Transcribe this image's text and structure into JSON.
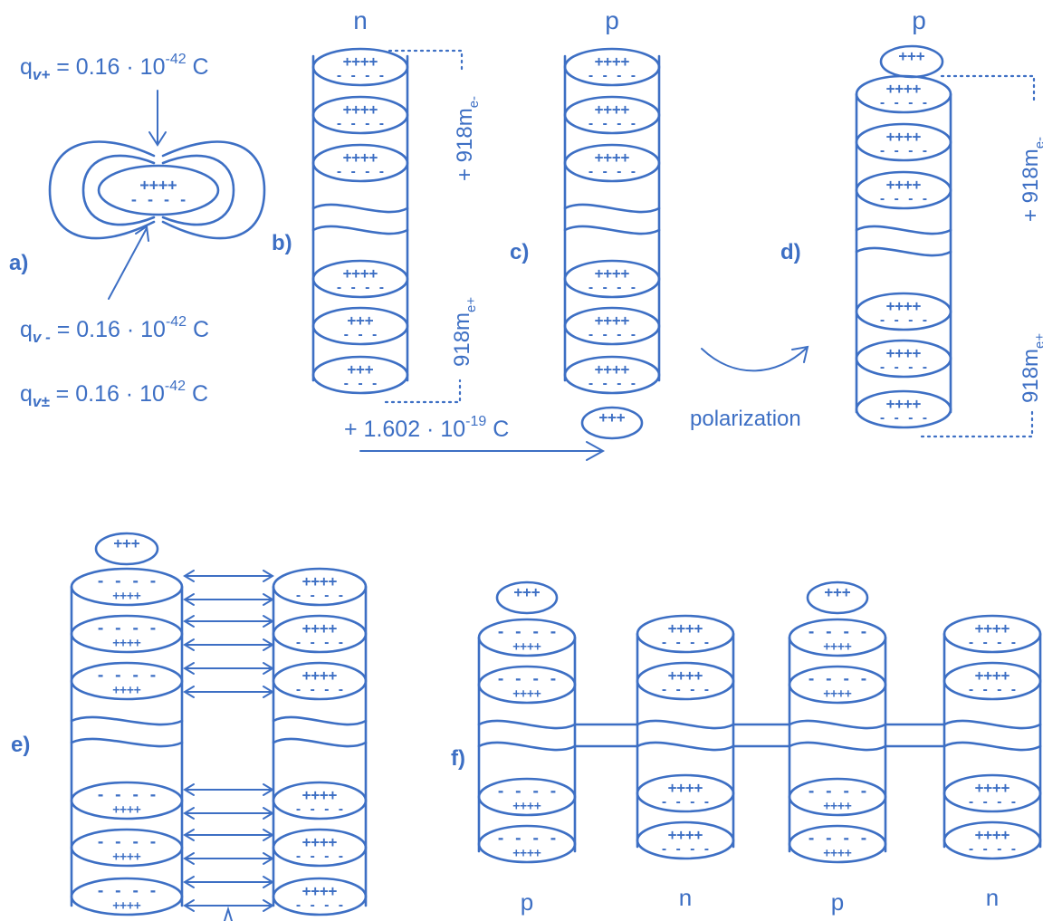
{
  "colors": {
    "ink": "#3d6fc4",
    "background": "#ffffff"
  },
  "panels": {
    "a": {
      "label": "a)",
      "q_plus": {
        "prefix": "q",
        "sub": "v+",
        "value": " = 0.16 · 10",
        "exp": "-42",
        "unit": " C"
      },
      "q_minus": {
        "prefix": "q",
        "sub": "v -",
        "value": " = 0.16 · 10",
        "exp": "-42",
        "unit": " C"
      },
      "q_pm": {
        "prefix": "q",
        "sub": "v±",
        "value": " = 0.16 · 10",
        "exp": "-42",
        "unit": " C"
      },
      "disk_top": "++++",
      "disk_bottom": "- - - -"
    },
    "b": {
      "label": "b)",
      "title": "n",
      "mass_top": "+ 918m",
      "mass_top_sub": "e-",
      "mass_bottom": "918m",
      "mass_bottom_sub": "e+"
    },
    "c": {
      "label": "c)",
      "title": "p",
      "charge_text": "+ 1.602 · 10",
      "charge_exp": "-19",
      "charge_unit": " C",
      "extra": "+++"
    },
    "d": {
      "label": "d)",
      "title": "p",
      "mass_top": "+ 918m",
      "mass_top_sub": "e-",
      "mass_bottom": "918m",
      "mass_bottom_sub": "e+",
      "extra": "+++",
      "arrow_text": "polarization"
    },
    "e": {
      "label": "e)",
      "extra": "+++"
    },
    "f": {
      "label": "f)",
      "bottom_labels": [
        "p",
        "n",
        "p",
        "n"
      ],
      "extra": "+++"
    }
  },
  "signs": {
    "plus4": "++++",
    "plus3": "+++",
    "minus4": "- - - -",
    "minus3": "- - -"
  }
}
